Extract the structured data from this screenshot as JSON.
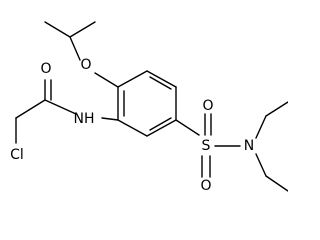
{
  "molecule": {
    "atoms": [
      {
        "id": "cl",
        "label": "Cl"
      },
      {
        "id": "o_amide",
        "label": "O"
      },
      {
        "id": "nh",
        "label": "NH"
      },
      {
        "id": "o_ether",
        "label": "O"
      },
      {
        "id": "s",
        "label": "S"
      },
      {
        "id": "o_s1",
        "label": "O"
      },
      {
        "id": "o_s2",
        "label": "O"
      },
      {
        "id": "n_amine",
        "label": "N"
      }
    ]
  }
}
